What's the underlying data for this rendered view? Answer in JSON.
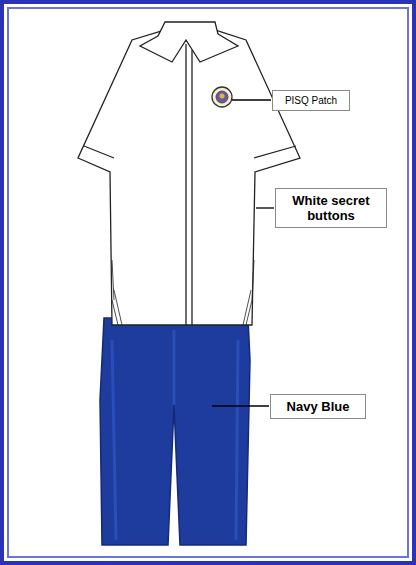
{
  "diagram": {
    "nodes": [
      {
        "text": [
          "PISQ Patch"
        ]
      },
      {
        "text": [
          "White secret buttons"
        ]
      },
      {
        "text": [
          "Navy Blue"
        ]
      }
    ]
  }
}
